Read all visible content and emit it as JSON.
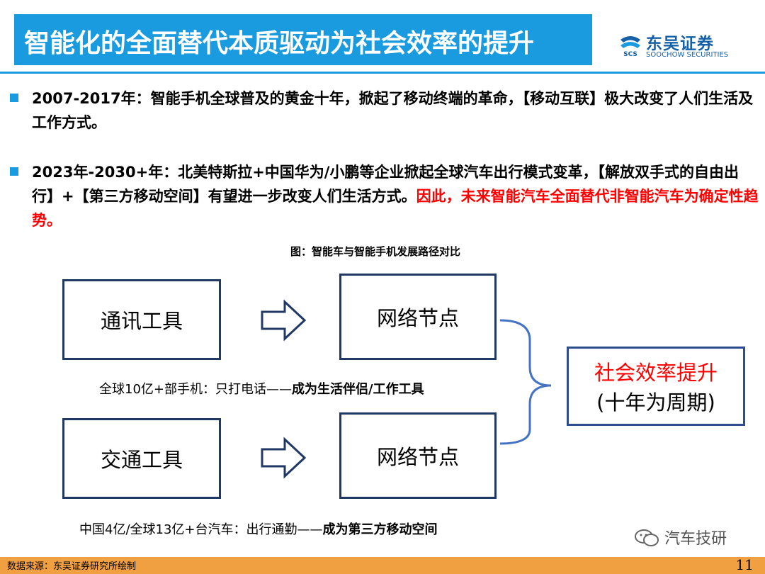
{
  "title": "智能化的全面替代本质驱动为社会效率的提升",
  "logo": {
    "cn": "东吴证券",
    "en": "SOOCHOW SECURITIES",
    "mark": "SCS"
  },
  "bullets": [
    {
      "text": "2007-2017年：智能手机全球普及的黄金十年，掀起了移动终端的革命，【移动互联】极大改变了人们生活及工作方式。",
      "emphasis": ""
    },
    {
      "text": "2023年-2030+年：北美特斯拉+中国华为/小鹏等企业掀起全球汽车出行模式变革，【解放双手式的自由出行】+【第三方移动空间】有望进一步改变人们生活方式。",
      "emphasis": "因此，未来智能汽车全面替代非智能汽车为确定性趋势。"
    }
  ],
  "figure": {
    "caption": "图：智能车与智能手机发展路径对比",
    "row1": {
      "left": "通讯工具",
      "middle": "网络节点",
      "note_plain": "全球10亿+部手机：只打电话——",
      "note_bold": "成为生活伴侣/工作工具"
    },
    "row2": {
      "left": "交通工具",
      "middle": "网络节点",
      "note_plain": "中国4亿/全球13亿+台汽车：出行通勤——",
      "note_bold": "成为第三方移动空间"
    },
    "result": {
      "line1": "社会效率提升",
      "line2": "(十年为周期)"
    },
    "colors": {
      "result_accent": "#ff0000",
      "box_border": "#1f3864",
      "arrow": "#1f3864",
      "brace": "#4472c4"
    }
  },
  "watermark": "汽车技研",
  "footer": {
    "source": "数据来源：东吴证券研究所绘制",
    "page": "11"
  },
  "colors": {
    "brand_blue": "#1a9be0",
    "footer_orange": "#f0a040",
    "emphasis_red": "#ff0000"
  }
}
